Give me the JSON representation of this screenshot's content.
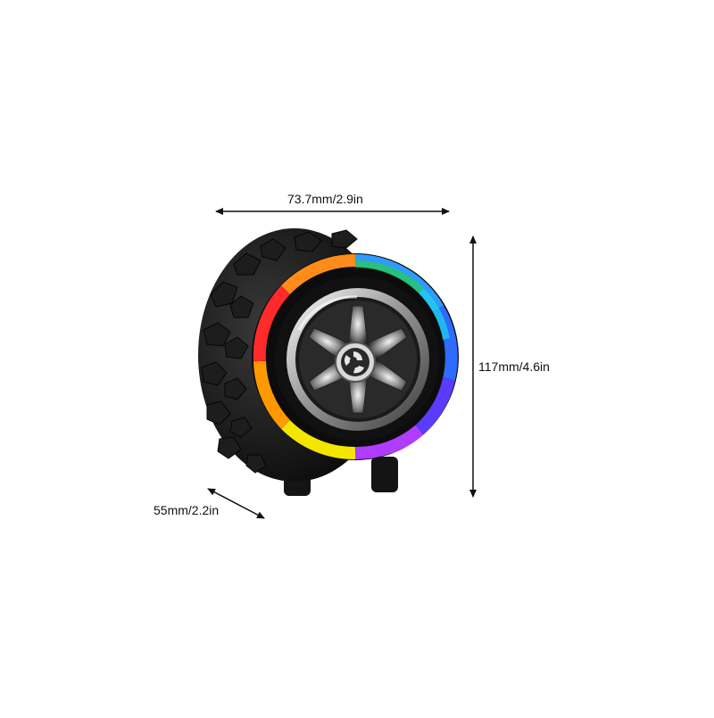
{
  "dimensions": {
    "width": "73.7mm/2.9in",
    "height": "117mm/4.6in",
    "depth": "55mm/2.2in"
  },
  "product": {
    "icon": "tire-speaker-icon",
    "ring_colors": [
      "#ff2a2a",
      "#ff9900",
      "#f5e600",
      "#25d14a",
      "#1fd6e8",
      "#2f6bff",
      "#b03cff"
    ]
  }
}
